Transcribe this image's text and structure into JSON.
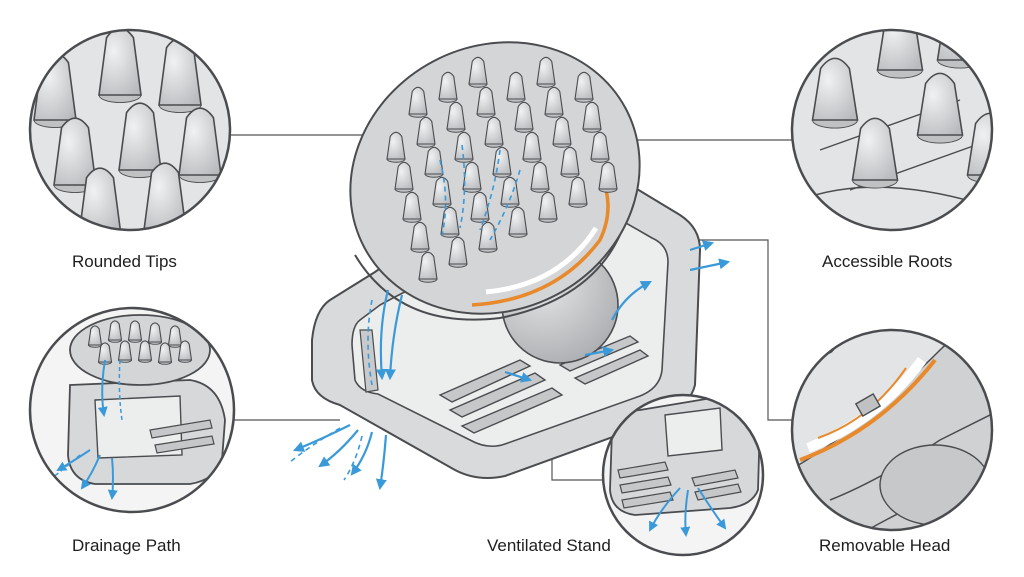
{
  "diagram": {
    "callouts": [
      {
        "id": "rounded_tips",
        "label": "Rounded Tips"
      },
      {
        "id": "accessible_roots",
        "label": "Accessible Roots"
      },
      {
        "id": "drainage_path",
        "label": "Drainage Path"
      },
      {
        "id": "ventilated_stand",
        "label": "Ventilated Stand"
      },
      {
        "id": "removable_head",
        "label": "Removable Head"
      }
    ],
    "colors": {
      "body_fill": "#d9dadb",
      "body_dark": "#bfc1c3",
      "outline": "#4a4c4f",
      "water_flow": "#3a9ad9",
      "seal_accent": "#e8892b",
      "leader_line": "#555555"
    },
    "icons": [
      "water-flow-arrow",
      "bristle-nub",
      "silicone-seal"
    ]
  }
}
